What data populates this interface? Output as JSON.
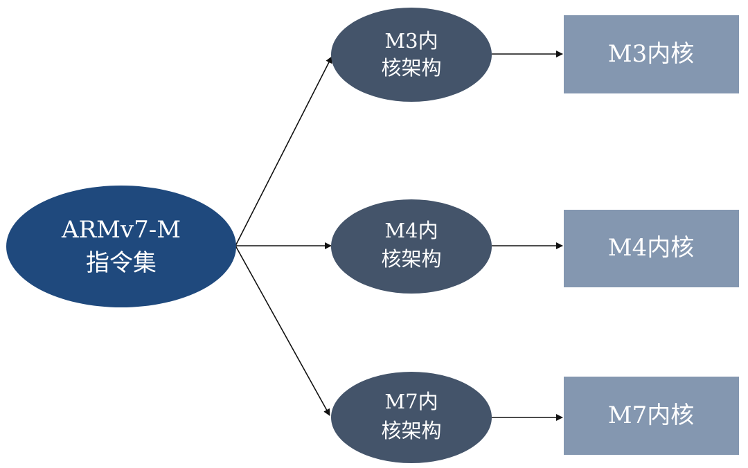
{
  "diagram": {
    "root": {
      "line1": "ARMv7-M",
      "line2": "指令集"
    },
    "branches": [
      {
        "arch_line1": "M3内",
        "arch_line2": "核架构",
        "core": "M3内核"
      },
      {
        "arch_line1": "M4内",
        "arch_line2": "核架构",
        "core": "M4内核"
      },
      {
        "arch_line1": "M7内",
        "arch_line2": "核架构",
        "core": "M7内核"
      }
    ],
    "colors": {
      "root_fill": "#1f497d",
      "arch_fill": "#44546a",
      "core_fill": "#8497b0",
      "text": "#ffffff",
      "edge": "#111111"
    }
  }
}
